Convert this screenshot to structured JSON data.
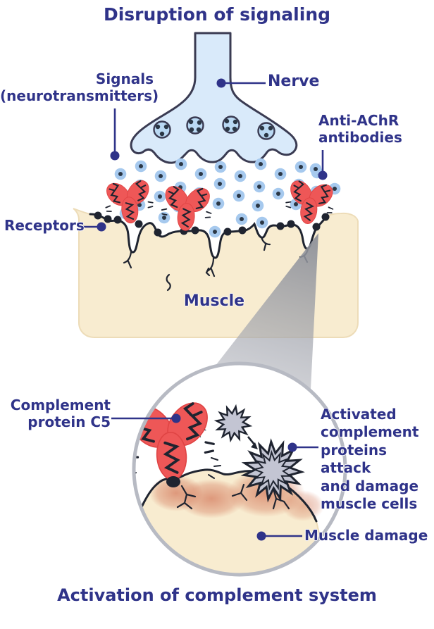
{
  "titles": {
    "top": "Disruption of signaling",
    "bottom": "Activation of complement system"
  },
  "labels": {
    "signals": "Signals\n(neurotransmitters)",
    "nerve": "Nerve",
    "anti_achr": "Anti-AChR\nantibodies",
    "receptors": "Receptors",
    "muscle": "Muscle",
    "complement_c5": "Complement\nprotein C5",
    "activated_complement": "Activated\ncomplement\nproteins attack\nand damage\nmuscle cells",
    "muscle_damage": "Muscle damage"
  },
  "icons": {
    "antibody": "antibody-icon",
    "neurotransmitter": "neurotransmitter-icon",
    "vesicle": "synaptic-vesicle-icon",
    "receptor": "receptor-dot-icon",
    "complement_star": "complement-protein-icon",
    "activated_star": "activated-complement-icon",
    "arrow": "activation-arrow-icon",
    "zoom_cone": "magnifier-cone",
    "zoom_circle": "magnified-view-circle"
  },
  "colors": {
    "label_text": "#2f3389",
    "nerve_fill": "#d9eafa",
    "neurotransmitter": "#a6c9ee",
    "antibody_red": "#ee5757",
    "muscle_fill": "#f8ecd0",
    "complement_gray": "#c3c5d3",
    "outline_dark": "#1f2430",
    "zoom_cone_gray": "#9b9da6",
    "circle_rim": "#b7bac3",
    "damage_tint": "#d98a6d"
  }
}
